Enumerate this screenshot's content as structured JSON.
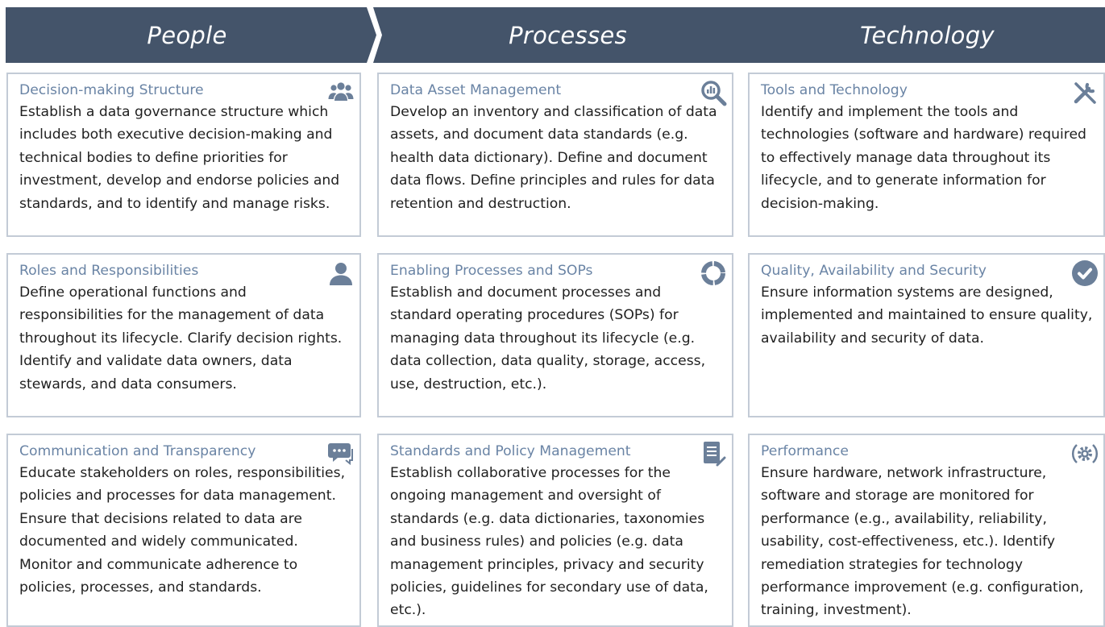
{
  "headers": [
    "People",
    "Processes",
    "Technology"
  ],
  "cards": [
    {
      "title": "Decision-making Structure",
      "icon": "group-icon",
      "desc": "Establish a data governance structure which includes both executive decision-making and technical bodies to define priorities for investment, develop and endorse policies and standards, and to identify and manage risks."
    },
    {
      "title": "Data Asset Management",
      "icon": "magnify-chart-icon",
      "desc": "Develop an inventory and classification of data assets, and document data standards (e.g. health data dictionary). Define and document data flows. Define principles and rules for data retention and destruction."
    },
    {
      "title": "Tools and Technology",
      "icon": "tools-icon",
      "desc": "Identify and implement the tools and technologies (software and hardware) required to effectively manage data throughout its lifecycle, and to generate information for decision-making."
    },
    {
      "title": "Roles and Responsibilities",
      "icon": "user-icon",
      "desc": "Define operational functions and responsibilities for the management of data throughout its lifecycle. Clarify decision rights. Identify and validate data owners, data stewards, and data consumers."
    },
    {
      "title": "Enabling Processes and SOPs",
      "icon": "cycle-icon",
      "desc": "Establish and document processes and standard operating procedures (SOPs) for managing data throughout its lifecycle (e.g. data collection, data quality, storage, access, use, destruction, etc.)."
    },
    {
      "title": "Quality, Availability and Security",
      "icon": "check-circle-icon",
      "desc": "Ensure information systems are designed, implemented and maintained to ensure quality, availability and security of data."
    },
    {
      "title": "Communication and Transparency",
      "icon": "chat-icon",
      "desc": "Educate stakeholders on roles, responsibilities, policies and processes for data management. Ensure that decisions related to data are documented and widely communicated. Monitor and communicate adherence to policies, processes, and standards."
    },
    {
      "title": "Standards and Policy Management",
      "icon": "document-edit-icon",
      "desc": "Establish collaborative processes for the ongoing management and oversight of standards (e.g. data dictionaries, taxonomies and business rules) and policies (e.g. data management principles, privacy and security policies, guidelines for secondary use of data, etc.)."
    },
    {
      "title": "Performance",
      "icon": "gear-cycle-icon",
      "desc": "Ensure hardware, network infrastructure, software and storage are monitored for performance (e.g., availability, reliability, usability, cost-effectiveness, etc.). Identify remediation strategies for technology performance improvement (e.g. configuration, training, investment)."
    }
  ]
}
